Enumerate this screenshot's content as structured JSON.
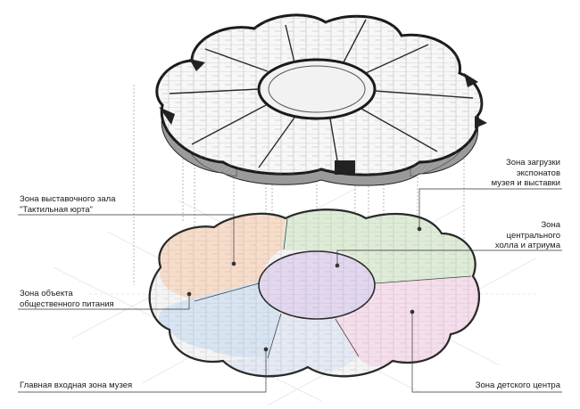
{
  "labels": {
    "exhibition": [
      "Зона выставочного зала",
      "\"Тактильная юрта\""
    ],
    "food": [
      "Зона объекта",
      "общественного питания"
    ],
    "entrance": [
      "Главная входная зона музея"
    ],
    "loading": [
      "Зона загрузки",
      "экспонатов",
      "музея и выставки"
    ],
    "atrium": [
      "Зона",
      "центрального",
      "холла и атриума"
    ],
    "kids": [
      "Зона детского центра"
    ]
  },
  "colors": {
    "exhibition_zone": "#f6d9c4",
    "atrium_zone": "#dcebd5",
    "center_zone": "#e2d7ef",
    "food_zone": "#d6e3f1",
    "entrance_zone": "#e3e8f3",
    "kids_zone": "#f4dcea",
    "wall": "#2a2a2a",
    "leader": "#333333"
  }
}
